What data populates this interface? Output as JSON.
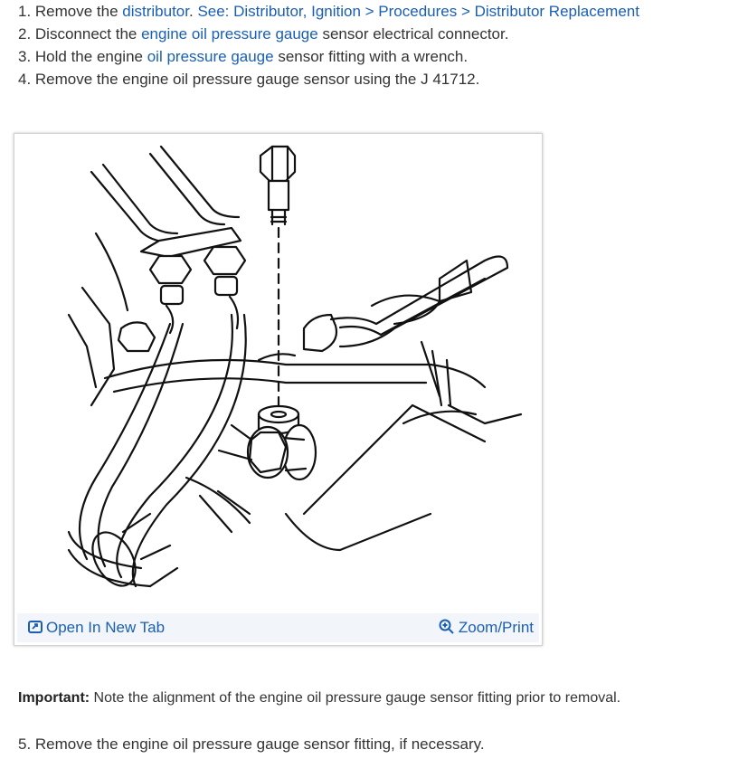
{
  "steps": [
    {
      "parts": [
        {
          "text": "1. Remove the ",
          "link": false
        },
        {
          "text": "distributor",
          "link": true
        },
        {
          "text": ". ",
          "link": false
        },
        {
          "text": "See: Distributor, Ignition > Procedures > Distributor Replacement",
          "link": true
        }
      ]
    },
    {
      "parts": [
        {
          "text": "2. Disconnect the ",
          "link": false
        },
        {
          "text": "engine oil pressure gauge",
          "link": true
        },
        {
          "text": " sensor electrical connector.",
          "link": false
        }
      ]
    },
    {
      "parts": [
        {
          "text": "3. Hold the engine ",
          "link": false
        },
        {
          "text": "oil pressure gauge",
          "link": true
        },
        {
          "text": " sensor fitting with a wrench.",
          "link": false
        }
      ]
    },
    {
      "parts": [
        {
          "text": "4. Remove the engine oil pressure gauge sensor using the J 41712.",
          "link": false
        }
      ]
    }
  ],
  "figure": {
    "open_new_tab": "Open In New Tab",
    "zoom_print": "Zoom/Print",
    "open_icon": "open-in-new-tab-icon",
    "zoom_icon": "zoom-in-icon"
  },
  "important": {
    "label": "Important:",
    "text": " Note the alignment of the engine oil pressure gauge sensor fitting prior to removal."
  },
  "step5": "5. Remove the engine oil pressure gauge sensor fitting, if necessary.",
  "colors": {
    "link": "#1a5fb4",
    "text": "#333333",
    "bar": "#f2f5f9"
  }
}
